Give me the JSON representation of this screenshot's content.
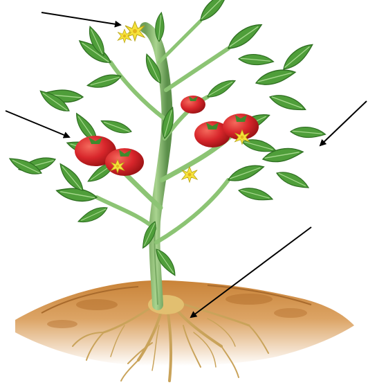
{
  "diagram": {
    "subject": "tomato plant",
    "parts": [
      {
        "key": "flower",
        "icon": "flower-icon"
      },
      {
        "key": "fruit",
        "icon": "tomato-icon"
      },
      {
        "key": "leaf",
        "icon": "leaf-icon"
      },
      {
        "key": "root",
        "icon": "root-icon"
      }
    ],
    "pointer_arrows": [
      {
        "points_to": "flower"
      },
      {
        "points_to": "fruit"
      },
      {
        "points_to": "leaf"
      },
      {
        "points_to": "root"
      }
    ],
    "colors": {
      "leaf": "#4f9e3a",
      "leaf_dark": "#2f6f22",
      "stem": "#8cc474",
      "stem_dark": "#5b8f4a",
      "tomato": "#d8262b",
      "tomato_highlight": "#f46a5c",
      "flower": "#f6e23a",
      "soil": "#c9843d",
      "soil_dark": "#9b5d24",
      "root": "#d8b46b",
      "arrow": "#000000"
    }
  }
}
